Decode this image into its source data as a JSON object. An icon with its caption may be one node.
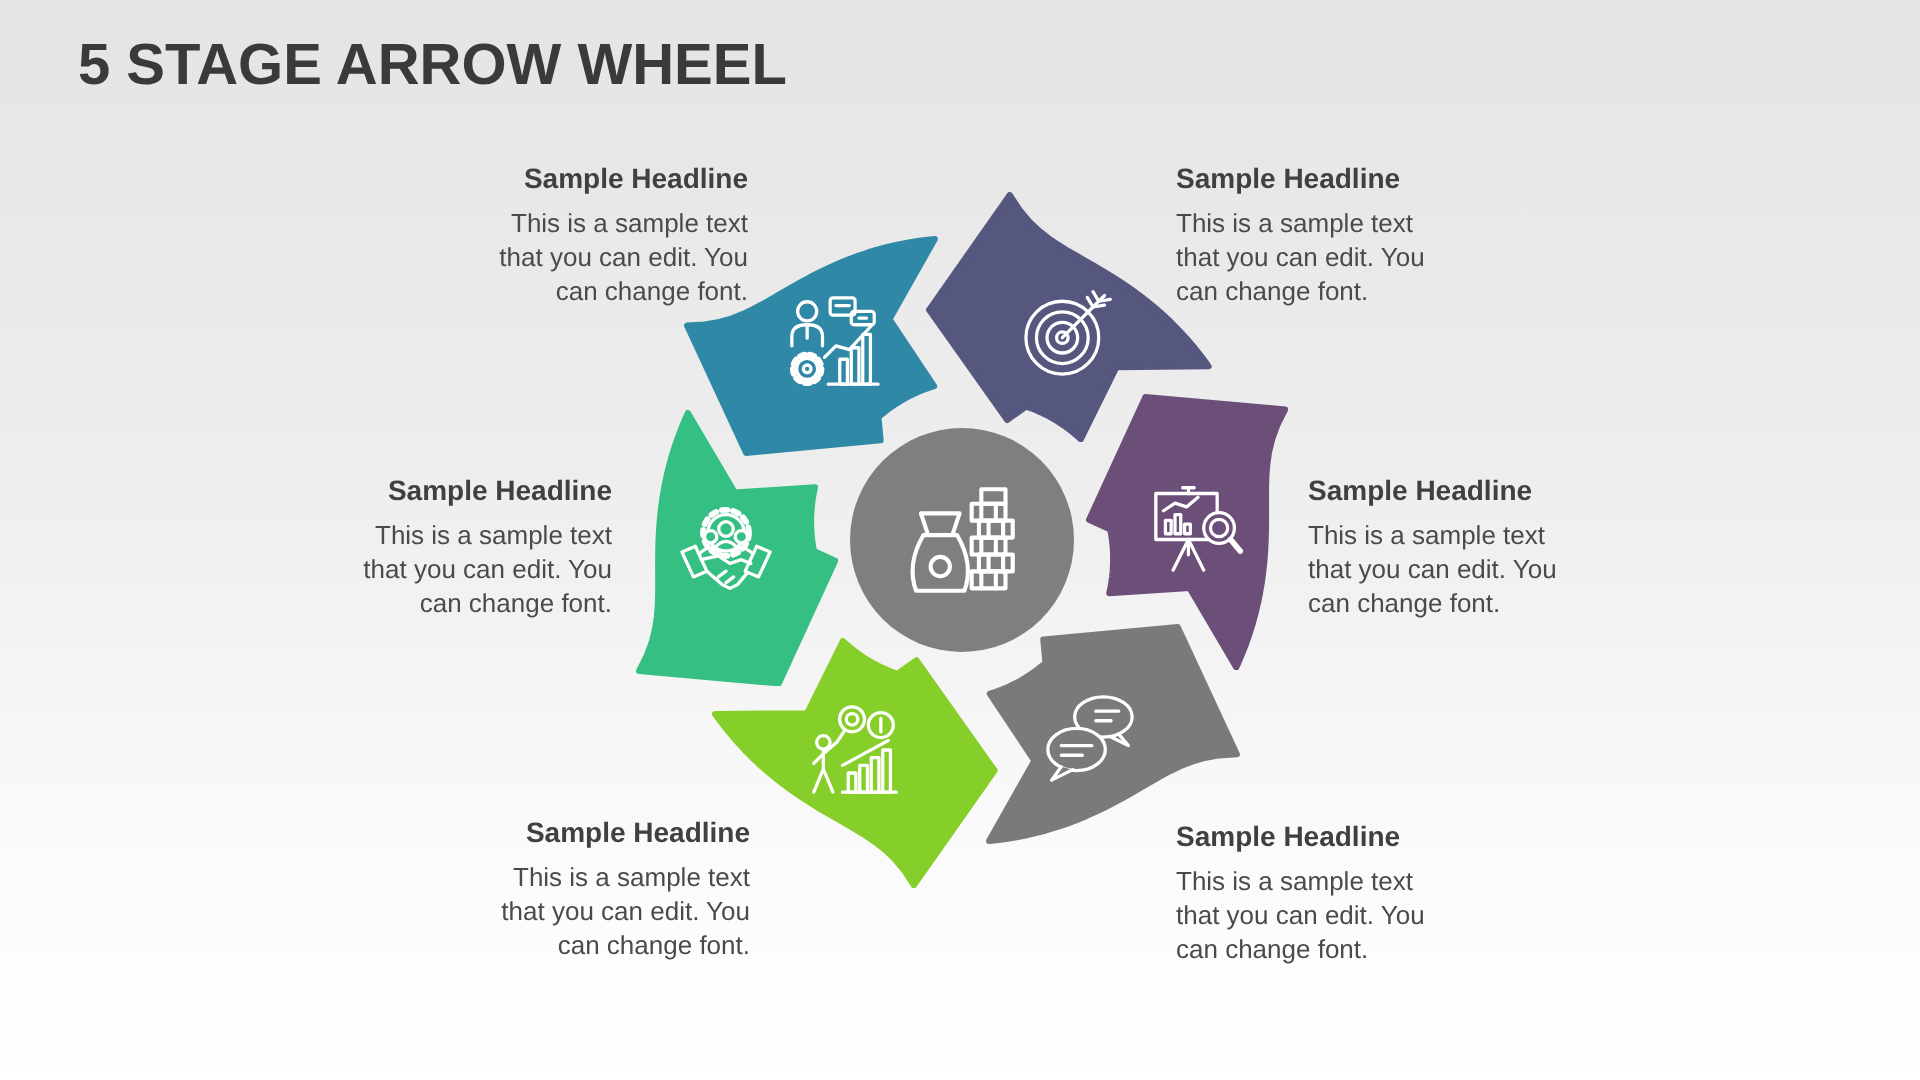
{
  "diagram": {
    "title": "5 STAGE ARROW WHEEL",
    "nodes": [
      {
        "text": [],
        "shape": "arrow",
        "beside": [
          "Sample Headline",
          "This is a sample text that you can edit. You can change font."
        ]
      },
      {
        "text": [],
        "shape": "arrow",
        "beside": [
          "Sample Headline",
          "This is a sample text that you can edit. You can change font."
        ]
      },
      {
        "text": [],
        "shape": "arrow",
        "beside": [
          "Sample Headline",
          "This is a sample text that you can edit. You can change font."
        ]
      },
      {
        "text": [],
        "shape": "circle"
      },
      {
        "text": [],
        "shape": "arrow",
        "beside": [
          "Sample Headline",
          "This is a sample text that you can edit. You can change font."
        ]
      },
      {
        "text": [],
        "shape": "arrow",
        "beside": [
          "Sample Headline",
          "This is a sample text that you can edit. You can change font."
        ]
      },
      {
        "text": [],
        "shape": "arrow",
        "beside": [
          "Sample Headline",
          "This is a sample text that you can edit. You can change font."
        ]
      }
    ]
  }
}
